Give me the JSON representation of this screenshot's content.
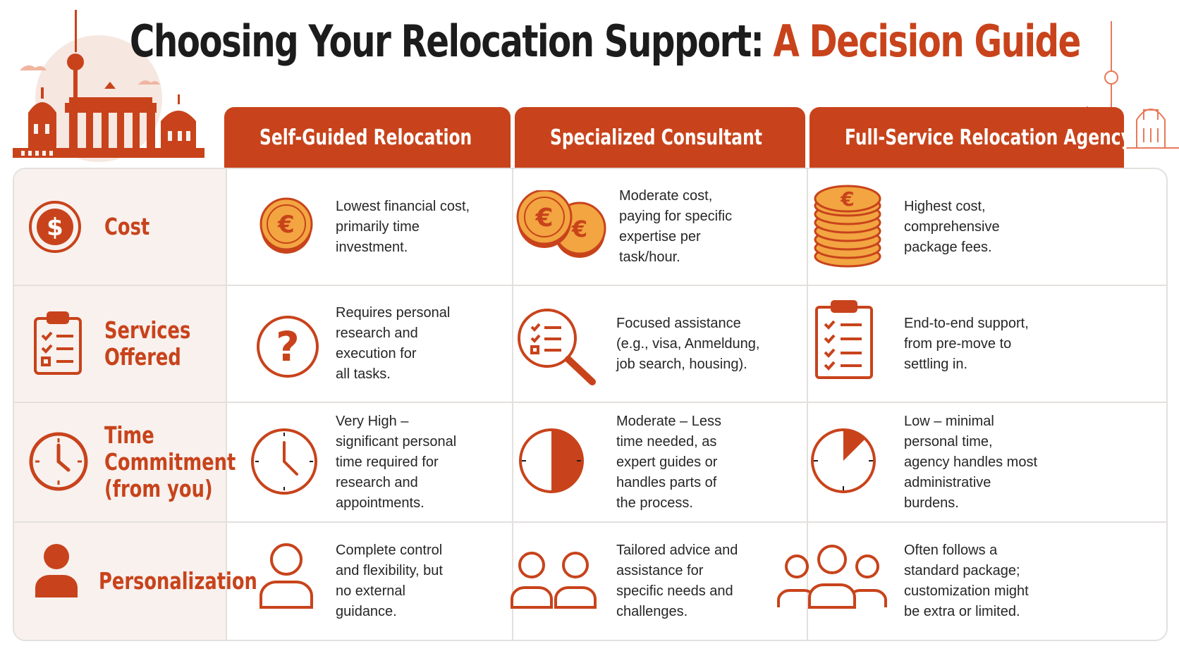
{
  "title": {
    "main": "Choosing Your Relocation Support:",
    "accent": "A Decision Guide"
  },
  "colors": {
    "accent": "#c8431b",
    "coin": "#f2a541",
    "label_bg": "#f8f1ee"
  },
  "columns": [
    {
      "label": "Self-Guided Relocation",
      "icon": "map-pin-icon"
    },
    {
      "label": "Specialized Consultant",
      "icon": "chat-person-icon"
    },
    {
      "label": "Full-Service Relocation Agency",
      "icon": "briefcase-icon"
    }
  ],
  "rows": [
    {
      "label": "Cost",
      "icon": "dollar-icon",
      "cells": [
        "Lowest financial cost,\nprimarily time\ninvestment.",
        "Moderate cost,\npaying for specific\nexpertise per\ntask/hour.",
        "Highest cost,\ncomprehensive\npackage fees."
      ]
    },
    {
      "label": "Services\nOffered",
      "icon": "clipboard-icon",
      "cells": [
        "Requires personal\nresearch and\nexecution for\nall tasks.",
        "Focused assistance\n(e.g., visa, Anmeldung,\njob search, housing).",
        "End-to-end support,\nfrom pre-move to\nsettling in."
      ]
    },
    {
      "label": "Time\nCommitment\n(from you)",
      "icon": "clock-icon",
      "cells": [
        "Very High –\nsignificant personal\ntime required for\nresearch and\nappointments.",
        "Moderate – Less\ntime needed, as\nexpert guides or\nhandles parts of\nthe process.",
        "Low – minimal\npersonal time,\nagency handles most\nadministrative\nburdens."
      ]
    },
    {
      "label": "Personalization",
      "icon": "person-icon",
      "cells": [
        "Complete control\nand flexibility, but\nno external\nguidance.",
        "Tailored advice and\nassistance for\nspecific needs and\nchallenges.",
        "Often follows a\nstandard package;\ncustomization might\nbe extra or limited."
      ]
    }
  ]
}
